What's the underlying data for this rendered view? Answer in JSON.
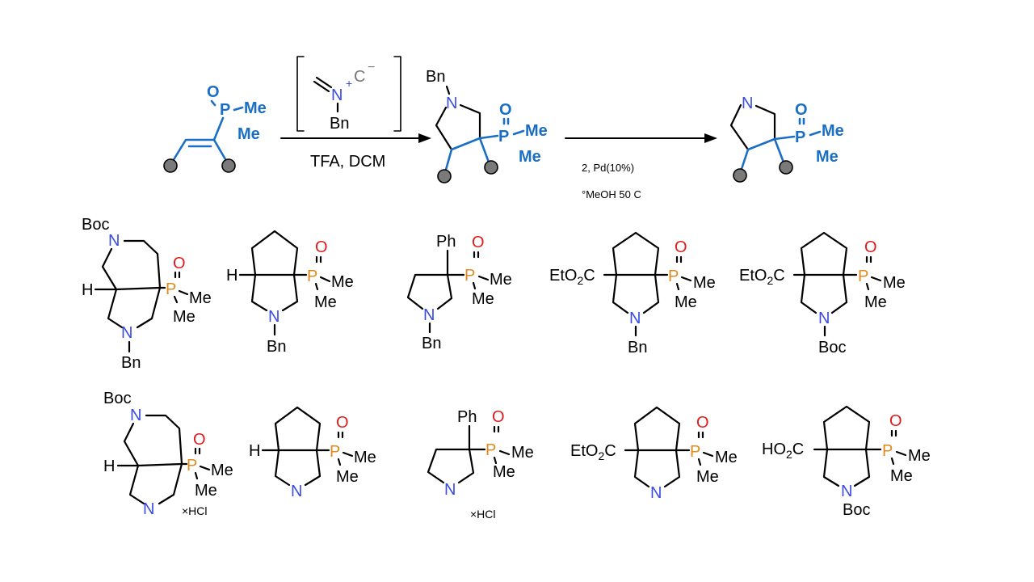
{
  "scheme": {
    "step1": {
      "reagent_atoms": {
        "carbanion": "C",
        "minus": "−",
        "nitrogen": "N",
        "plus": "+",
        "substituent": "Bn"
      },
      "conditions": "TFA, DCM"
    },
    "step2": {
      "conditions_line1": "2, Pd(10%)",
      "conditions_line2": "°MeOH 50 C"
    },
    "labels": {
      "O": "O",
      "P": "P",
      "Me": "Me",
      "N": "N",
      "Bn": "Bn",
      "Boc": "Boc",
      "H": "H",
      "Ph": "Ph",
      "EtO": "EtO",
      "HO": "HO",
      "two": "2",
      "C": "C",
      "HCl": "×HCl"
    },
    "colors": {
      "blue_highlight": "#1a6fc4",
      "nitrogen": "#3a4de0",
      "phosphorus": "#e08a1c",
      "oxygen": "#e01b1b",
      "substituent_ball": "#7a7a7a"
    }
  },
  "products_row1": [
    {
      "name": "boc-octahydropyrrolopyridine-bn",
      "n_sub": "Bn",
      "n2_sub": "Boc"
    },
    {
      "name": "bicyclic-h-bn",
      "n_sub": "Bn"
    },
    {
      "name": "phenyl-pyrrolidine-bn",
      "n_sub": "Bn"
    },
    {
      "name": "ester-bicyclic-bn",
      "ester": "EtO2C",
      "n_sub": "Bn"
    },
    {
      "name": "ester-bicyclic-boc",
      "ester": "EtO2C",
      "n_sub": "Boc"
    }
  ],
  "products_row2": [
    {
      "name": "boc-octahydropyrrolopyridine-hcl",
      "salt": "×HCl"
    },
    {
      "name": "bicyclic-h-nh"
    },
    {
      "name": "phenyl-pyrrolidine-hcl",
      "salt": "×HCl"
    },
    {
      "name": "ester-bicyclic-nh",
      "ester": "EtO2C"
    },
    {
      "name": "acid-bicyclic-boc",
      "ester": "HO2C",
      "n_sub": "Boc"
    }
  ]
}
